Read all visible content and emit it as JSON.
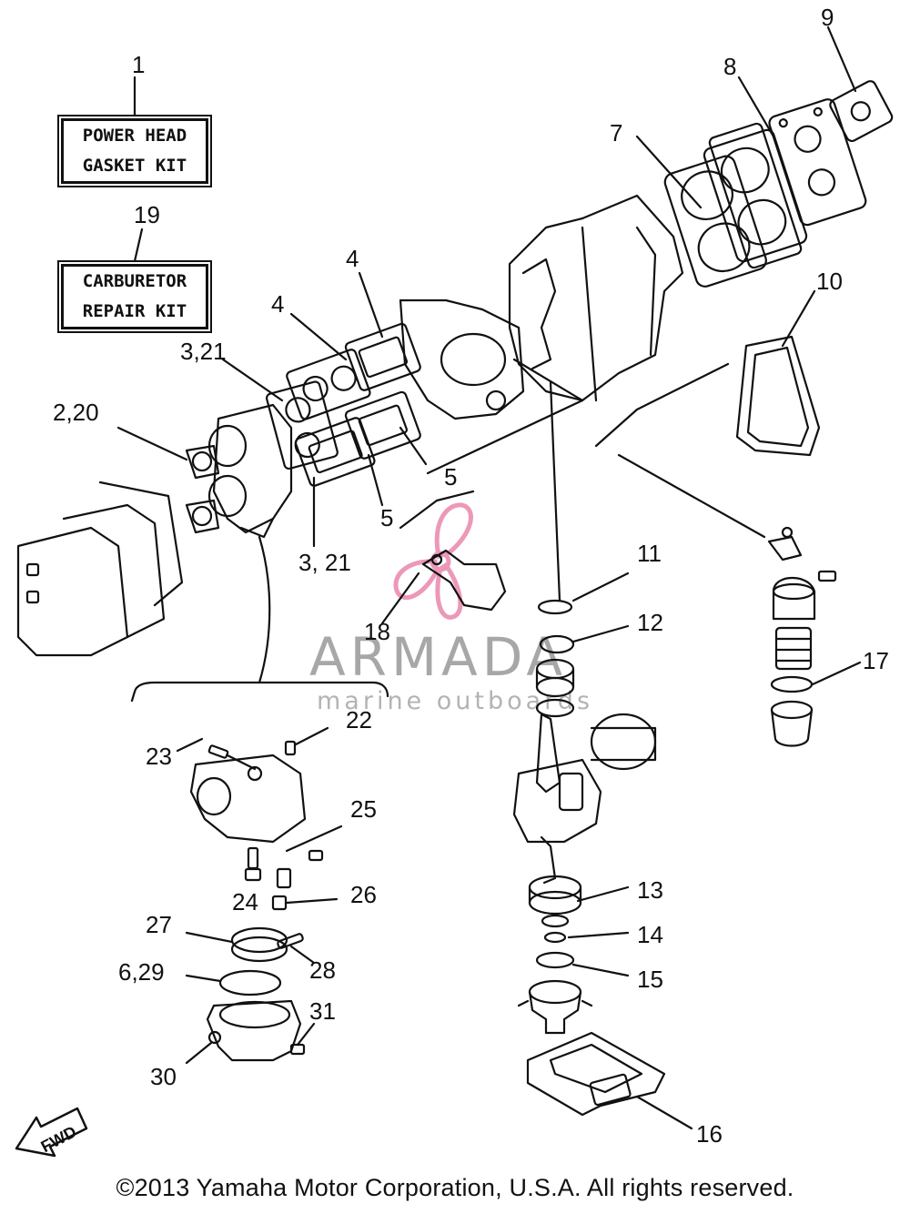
{
  "kits": {
    "power_head_line1": "POWER HEAD",
    "power_head_line2": "GASKET KIT",
    "carburetor_line1": "CARBURETOR",
    "carburetor_line2": "REPAIR KIT"
  },
  "callouts": [
    "1",
    "19",
    "9",
    "8",
    "7",
    "4",
    "4",
    "3,21",
    "2,20",
    "10",
    "5",
    "5",
    "3, 21",
    "11",
    "18",
    "12",
    "17",
    "22",
    "23",
    "25",
    "24",
    "26",
    "13",
    "27",
    "14",
    "28",
    "6,29",
    "15",
    "31",
    "30",
    "16"
  ],
  "watermark": {
    "title": "ARMADA",
    "subtitle": "marine outboards",
    "accent": "#e87fa8"
  },
  "fwd_label": "FWD",
  "copyright": "©2013 Yamaha Motor Corporation, U.S.A. All rights reserved."
}
